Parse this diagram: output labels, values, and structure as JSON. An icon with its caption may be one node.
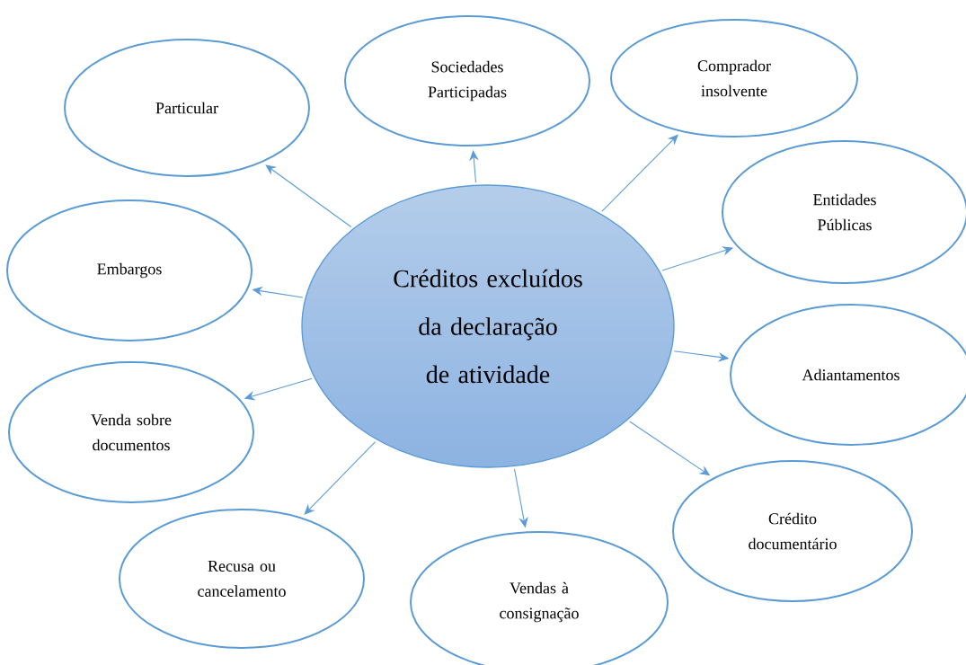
{
  "diagram": {
    "nodes": [
      {
        "text": [
          "Créditos excluídos da declaração de atividade"
        ]
      },
      {
        "text": [
          "Particular"
        ]
      },
      {
        "text": [
          "Sociedades Participadas"
        ]
      },
      {
        "text": [
          "Comprador insolvente"
        ]
      },
      {
        "text": [
          "Entidades Públicas"
        ]
      },
      {
        "text": [
          "Embargos"
        ]
      },
      {
        "text": [
          "Adiantamentos"
        ]
      },
      {
        "text": [
          "Venda sobre documentos"
        ]
      },
      {
        "text": [
          "Crédito documentário"
        ]
      },
      {
        "text": [
          "Recusa ou cancelamento"
        ]
      },
      {
        "text": [
          "Vendas à consignação"
        ]
      }
    ],
    "edges": [
      {
        "from": 0,
        "to": 1,
        "arrow": "to"
      },
      {
        "from": 0,
        "to": 2,
        "arrow": "to"
      },
      {
        "from": 0,
        "to": 3,
        "arrow": "to"
      },
      {
        "from": 0,
        "to": 4,
        "arrow": "to"
      },
      {
        "from": 0,
        "to": 5,
        "arrow": "to"
      },
      {
        "from": 0,
        "to": 6,
        "arrow": "to"
      },
      {
        "from": 0,
        "to": 7,
        "arrow": "to"
      },
      {
        "from": 0,
        "to": 8,
        "arrow": "to"
      },
      {
        "from": 0,
        "to": 9,
        "arrow": "to"
      },
      {
        "from": 0,
        "to": 10,
        "arrow": "to"
      }
    ]
  }
}
